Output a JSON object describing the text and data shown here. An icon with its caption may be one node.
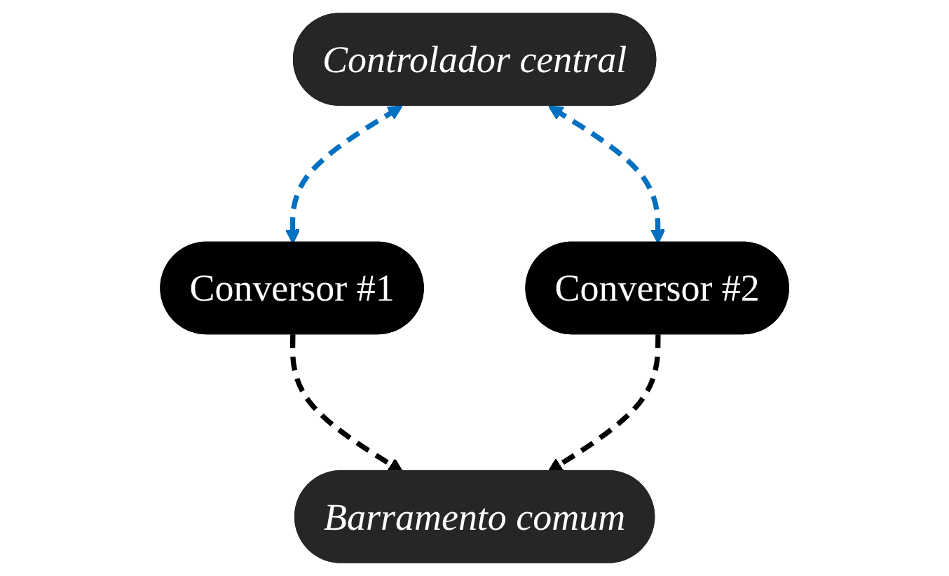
{
  "diagram": {
    "nodes": [
      {
        "text": [
          "Controlador central"
        ]
      },
      {
        "text": [
          "Conversor #1"
        ]
      },
      {
        "text": [
          "Conversor #2"
        ]
      },
      {
        "text": [
          "Barramento comum"
        ]
      }
    ],
    "edges": [
      {
        "from": 0,
        "to": 1,
        "arrow": "both",
        "style": "dashed",
        "color": "#0070c0"
      },
      {
        "from": 0,
        "to": 2,
        "arrow": "both",
        "style": "dashed",
        "color": "#0070c0"
      },
      {
        "from": 1,
        "to": 3,
        "arrow": "to",
        "style": "dashed",
        "color": "#000000"
      },
      {
        "from": 2,
        "to": 3,
        "arrow": "to",
        "style": "dashed",
        "color": "#000000"
      }
    ]
  }
}
